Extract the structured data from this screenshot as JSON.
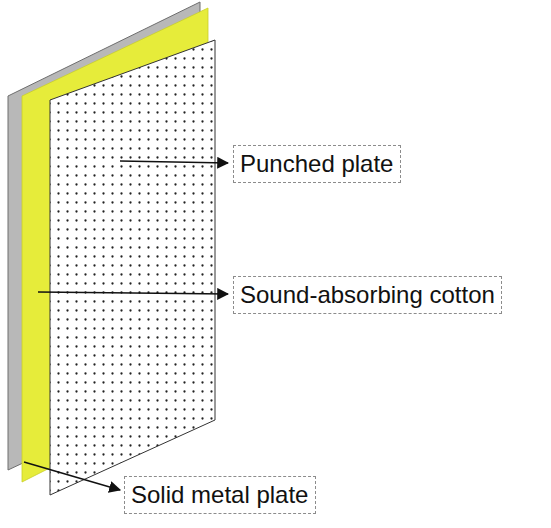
{
  "diagram": {
    "nodes": [
      {
        "text": [
          "Punched plate"
        ]
      },
      {
        "text": [
          "Sound-absorbing cotton"
        ]
      },
      {
        "text": [
          "Solid metal plate"
        ]
      }
    ]
  }
}
